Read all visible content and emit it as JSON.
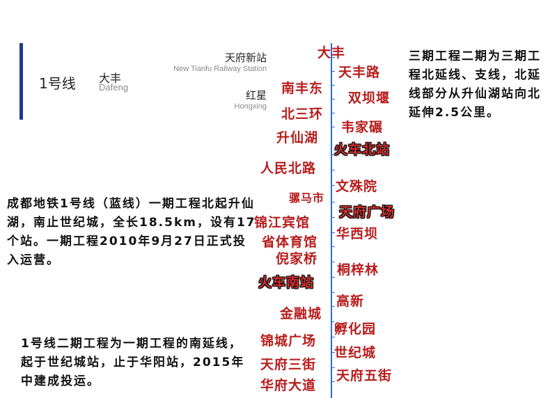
{
  "header": {
    "line_name": "1号线",
    "terminal_cn": "大丰",
    "terminal_en": "Dafeng"
  },
  "reference_stations": [
    {
      "cn": "天府新站",
      "en": "New Tianfu Railway Station"
    },
    {
      "cn": "红星",
      "en": "Hongxing"
    }
  ],
  "line_color": "#2c6ad8",
  "station_label_color": "#b71c1c",
  "stations": {
    "dafeng": "大丰",
    "tianfenglu": "天丰路",
    "nanfengdong": "南丰东",
    "shuangbayan": "双坝堰",
    "beisanhuan": "北三环",
    "weijianian": "韦家碾",
    "shengxianhu": "升仙湖",
    "huochebeizhan": "火车北站",
    "renminbeilu": "人民北路",
    "wenshuyuan": "文殊院",
    "luomashi": "骡马市",
    "tianfuguangchang": "天府广场",
    "jinjiangbinguan": "锦江宾馆",
    "huaxiba": "华西坝",
    "shengtiyuguan": "省体育馆",
    "nijiaqiao": "倪家桥",
    "tongzilin": "桐梓林",
    "huochenanzhan": "火车南站",
    "gaoxin": "高新",
    "jinrongcheng": "金融城",
    "fuhuayuan": "孵化园",
    "jinchengguangchang": "锦城广场",
    "shijicheng": "世纪城",
    "tianfusanjie": "天府三街",
    "tianfuwujie": "天府五街",
    "huafudadao": "华府大道"
  },
  "notes": {
    "phase3": "三期工程二期为三期工程北延线、支线，北延线部分从升仙湖站向北延伸2.5公里。",
    "phase1": "成都地铁1号线（蓝线）一期工程北起升仙湖，南止世纪城，全长18.5km，设有17个站。一期工程2010年9月27日正式投入运营。",
    "phase2": "1号线二期工程为一期工程的南延线，起于世纪城站，止于华阳站，2015年中建成投运。"
  }
}
